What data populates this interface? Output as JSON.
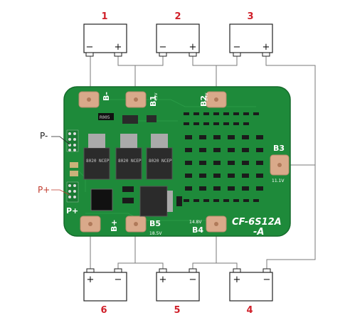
{
  "batteries": {
    "top": [
      {
        "number": "1",
        "minus": "−",
        "plus": "+"
      },
      {
        "number": "2",
        "minus": "−",
        "plus": "+"
      },
      {
        "number": "3",
        "minus": "−",
        "plus": "+"
      }
    ],
    "bottom": [
      {
        "number": "6",
        "minus": "−",
        "plus": "+"
      },
      {
        "number": "5",
        "minus": "−",
        "plus": "+"
      },
      {
        "number": "4",
        "minus": "−",
        "plus": "+"
      }
    ]
  },
  "board": {
    "model": "CF-6S12A",
    "model_suffix": "-A",
    "pads": {
      "b_minus": "B-",
      "b1": "B1",
      "b2": "B2",
      "b3": "B3",
      "b4": "B4",
      "b5": "B5",
      "b_plus": "B+",
      "p_plus": "P+"
    },
    "voltages": {
      "b1": "4.2V",
      "b2": "8.4V",
      "b3": "11.1V",
      "b4": "14.8V",
      "b5": "18.5V"
    },
    "chip_marking": "R005",
    "mosfet_marking": "8020 NCEP"
  },
  "external_labels": {
    "p_minus": "P-",
    "p_plus": "P+"
  },
  "colors": {
    "board": "#1e8a3a",
    "pad": "#d9a98a",
    "wire": "#7a7a7a",
    "number": "#d0202a"
  }
}
